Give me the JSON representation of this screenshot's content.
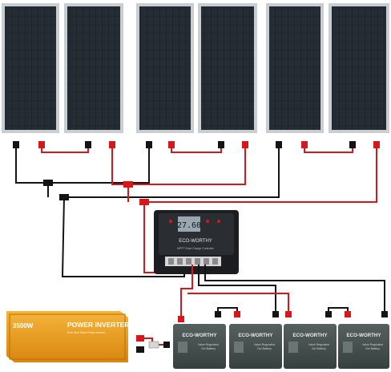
{
  "controller": {
    "display_value": "27.60",
    "brand": "ECO-WORTHY",
    "model_text": "MPPT Solar Charge Controller"
  },
  "inverter": {
    "wattage": "3500W",
    "title": "POWER INVERTER",
    "subtitle": "Pure Sine Wave Power Inverter"
  },
  "battery": {
    "brand": "ECO-WORTHY",
    "type_line1": "Valve Regulated",
    "type_line2": "Gel Battery"
  },
  "colors": {
    "panel_frame": "#c9ced3",
    "panel_cell": "#1e2329",
    "wire_red": "#d8171b",
    "wire_black": "#141414",
    "inverter_orange": "#f0a01c",
    "battery_body": "#3f4a4a"
  }
}
